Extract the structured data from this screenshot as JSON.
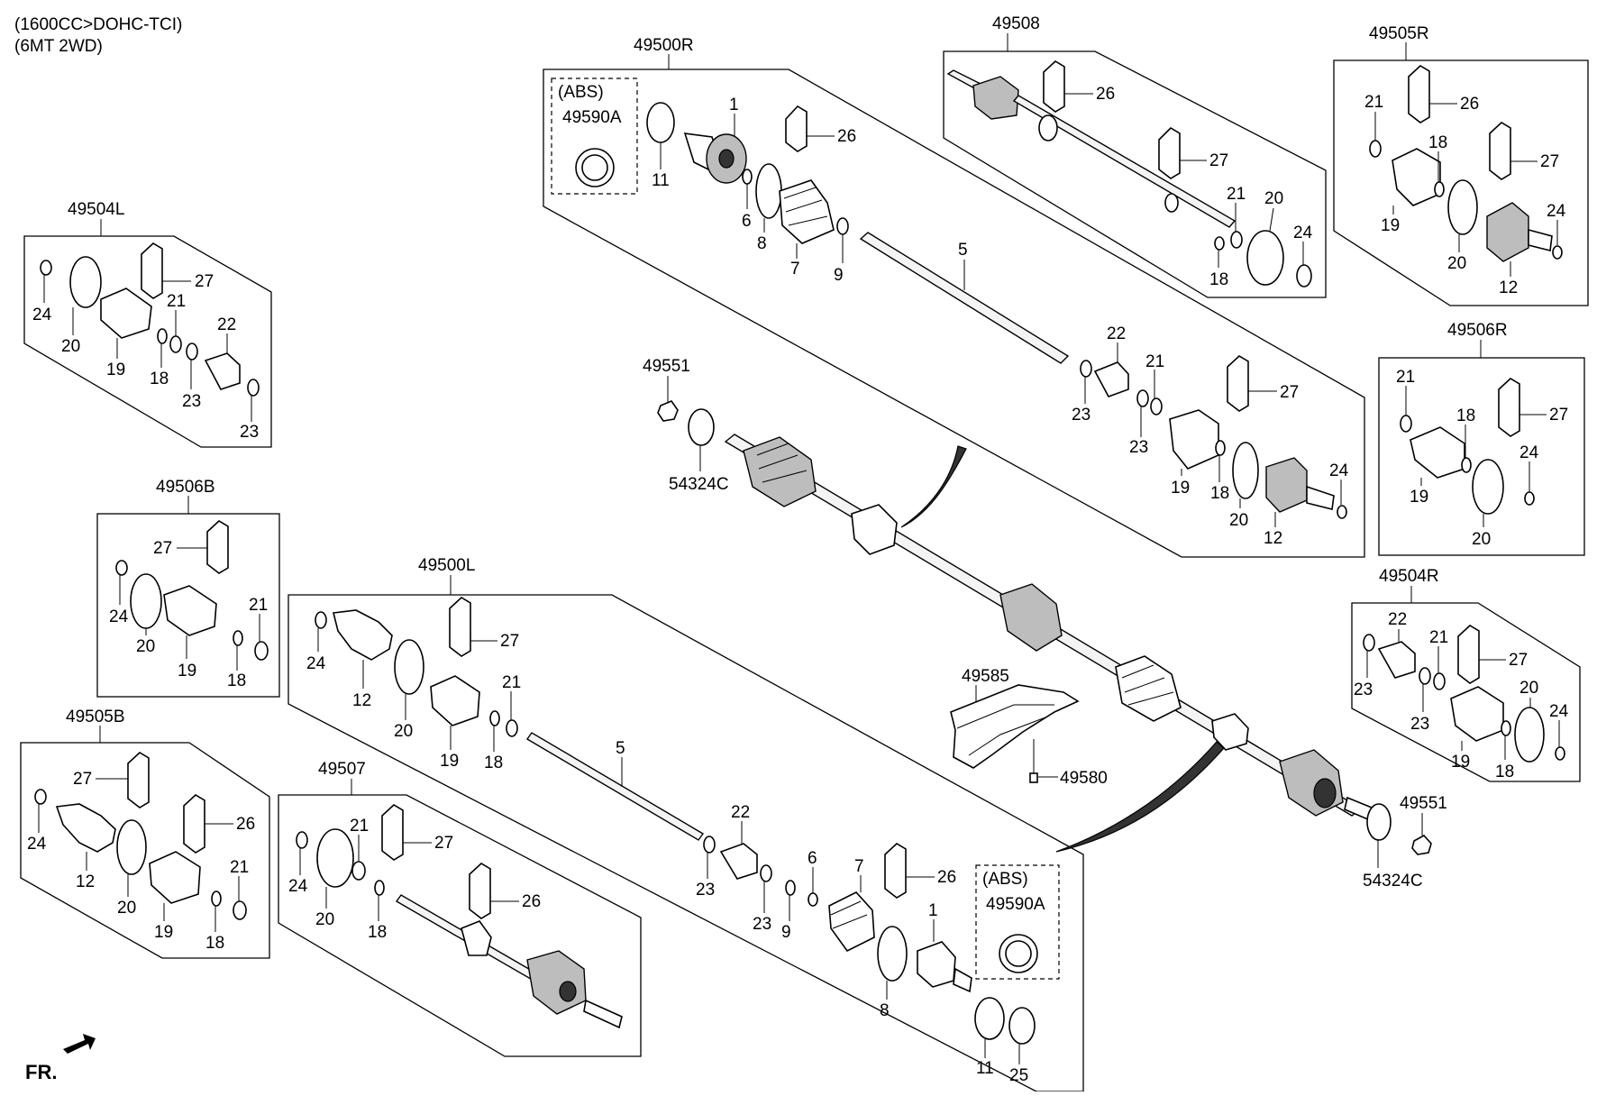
{
  "header": {
    "line1": "(1600CC>DOHC-TCI)",
    "line2": "(6MT 2WD)"
  },
  "front_marker": "FR.",
  "groups": {
    "g49500R": "49500R",
    "g49508": "49508",
    "g49505R": "49505R",
    "g49504L": "49504L",
    "g49506R": "49506R",
    "g49506B": "49506B",
    "g49504R": "49504R",
    "g49500L": "49500L",
    "g49505B": "49505B",
    "g49507": "49507"
  },
  "abs": {
    "label": "(ABS)",
    "part": "49590A"
  },
  "loose_parts": {
    "p49551": "49551",
    "p54324C": "54324C",
    "p49585": "49585",
    "p49580": "49580"
  },
  "callouts": {
    "n1": "1",
    "n5": "5",
    "n6": "6",
    "n7": "7",
    "n8": "8",
    "n9": "9",
    "n11": "11",
    "n12": "12",
    "n18": "18",
    "n19": "19",
    "n20": "20",
    "n21": "21",
    "n22": "22",
    "n23": "23",
    "n24": "24",
    "n25": "25",
    "n26": "26",
    "n27": "27"
  },
  "colors": {
    "line": "#000000",
    "background": "#ffffff",
    "shade": "#bdbdbd"
  }
}
